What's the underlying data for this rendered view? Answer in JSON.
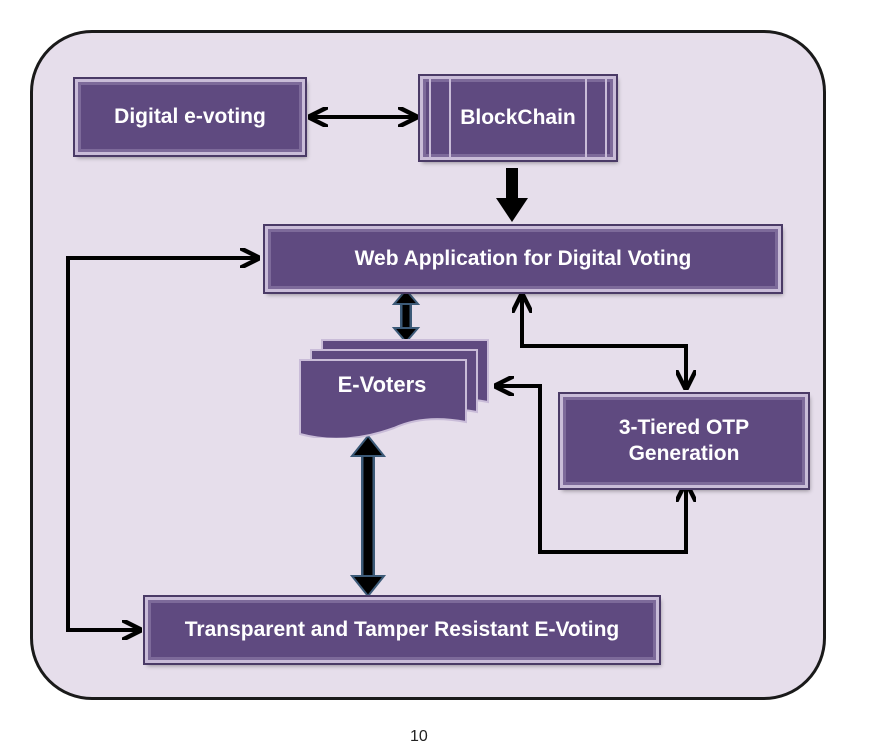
{
  "diagram": {
    "nodes": {
      "digital_evoting": "Digital e-voting",
      "blockchain": "BlockChain",
      "web_app": "Web Application for Digital Voting",
      "evoters": "E-Voters",
      "otp_line1": "3-Tiered OTP",
      "otp_line2": "Generation",
      "transparent": "Transparent and Tamper Resistant E-Voting"
    },
    "page_number": "10",
    "colors": {
      "frame_fill": "#e6deeb",
      "box_fill": "#5f4a80",
      "box_border": "#c9bcd8",
      "text": "#ffffff",
      "arrow": "#000000",
      "thick_arrow_outline": "#3c5a78"
    }
  }
}
